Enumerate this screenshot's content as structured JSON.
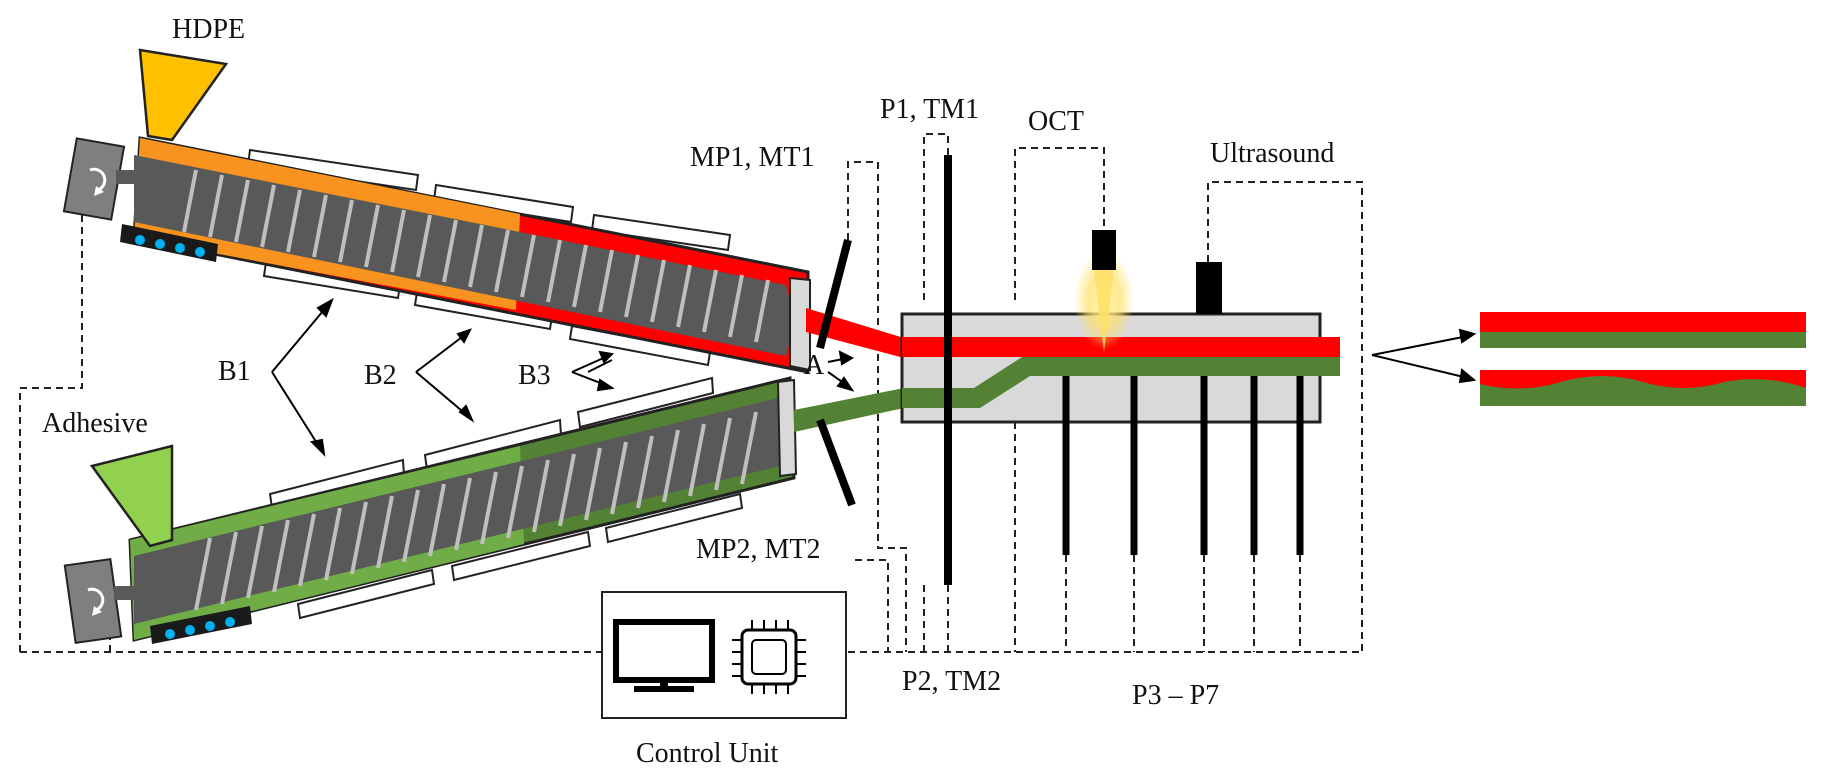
{
  "labels": {
    "hdpe": "HDPE",
    "adhesive": "Adhesive",
    "b1": "B1",
    "b2": "B2",
    "b3": "B3",
    "a": "A",
    "mp1_mt1": "MP1, MT1",
    "mp2_mt2": "MP2, MT2",
    "p1_tm1": "P1, TM1",
    "p2_tm2": "P2, TM2",
    "oct": "OCT",
    "ultrasound": "Ultrasound",
    "p3_p7": "P3 – P7",
    "control_unit": "Control Unit"
  },
  "colors": {
    "hdpe_hopper": "#FFC000",
    "hdpe_melt": "#FF0000",
    "hdpe_solid": "#F7931E",
    "adhesive_hopper": "#92D050",
    "adhesive_melt": "#548235",
    "screw": "#595959",
    "flight": "#BFBFBF",
    "die_body": "#D9D9D9",
    "heater_dots": "#00B0F0"
  },
  "icons": {
    "monitor": "monitor-icon",
    "chip": "microchip-icon",
    "motor": "motor-rotation-icon"
  },
  "outputs": [
    "flat-interface-laminate",
    "wavy-interface-laminate"
  ]
}
